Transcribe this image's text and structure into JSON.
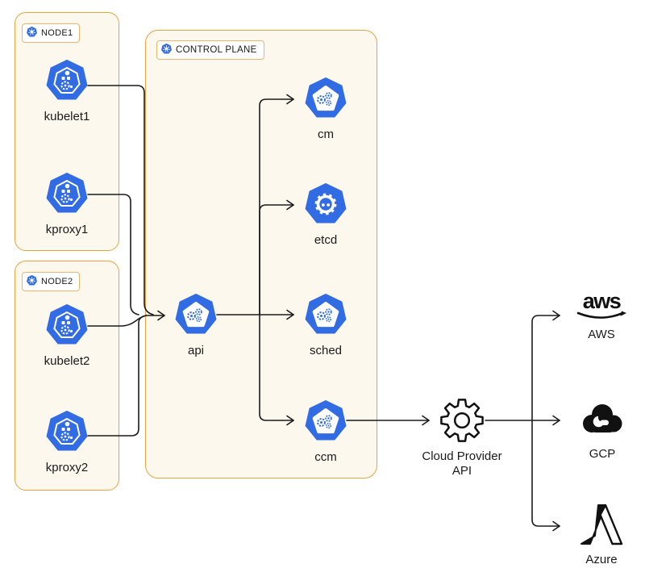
{
  "colors": {
    "k8s_blue": "#326CE5",
    "box_border": "#E8A33D",
    "box_fill": "#FDF8EE",
    "pill_border": "#F0B469",
    "line": "#1A1A1A",
    "provider_black": "#111111"
  },
  "groups": {
    "node1": {
      "label": "NODE1"
    },
    "node2": {
      "label": "NODE2"
    },
    "control_plane": {
      "label": "CONTROL PLANE"
    }
  },
  "nodes": {
    "kubelet1": {
      "label": "kubelet1"
    },
    "kproxy1": {
      "label": "kproxy1"
    },
    "kubelet2": {
      "label": "kubelet2"
    },
    "kproxy2": {
      "label": "kproxy2"
    },
    "api": {
      "label": "api"
    },
    "cm": {
      "label": "cm"
    },
    "etcd": {
      "label": "etcd"
    },
    "sched": {
      "label": "sched"
    },
    "ccm": {
      "label": "ccm"
    },
    "cloud_provider_api": {
      "label_line1": "Cloud Provider",
      "label_line2": "API"
    },
    "aws": {
      "logo_text": "aws",
      "label": "AWS"
    },
    "gcp": {
      "label": "GCP"
    },
    "azure": {
      "label": "Azure"
    }
  }
}
